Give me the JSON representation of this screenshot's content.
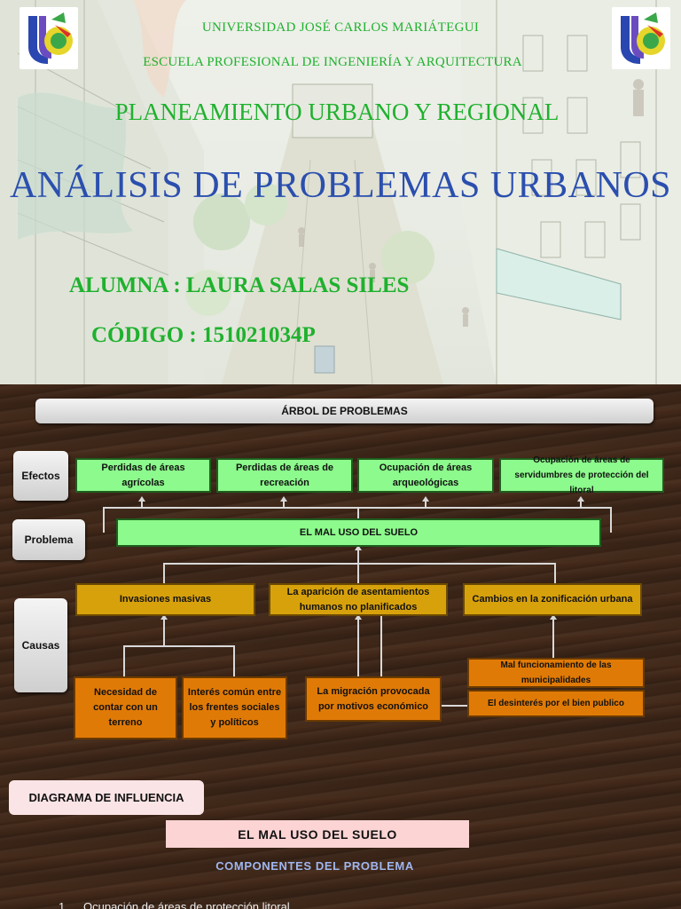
{
  "cover": {
    "university": "UNIVERSIDAD JOSÉ CARLOS MARIÁTEGUI",
    "school": "ESCUELA PROFESIONAL DE INGENIERÍA Y ARQUITECTURA",
    "course": "PLANEAMIENTO URBANO Y REGIONAL",
    "title": "ANÁLISIS DE PROBLEMAS URBANOS",
    "student": "ALUMNA : LAURA SALAS SILES",
    "code": "CÓDIGO : 151021034P"
  },
  "tree": {
    "header": "ÁRBOL DE PROBLEMAS",
    "row_labels": {
      "effects": "Efectos",
      "problem": "Problema",
      "causes": "Causas"
    },
    "effects": [
      "Perdidas de áreas agrícolas",
      "Perdidas de áreas de recreación",
      "Ocupación de áreas arqueológicas",
      "Ocupación de áreas de servidumbres de protección del litoral"
    ],
    "problem": "EL MAL USO DEL SUELO",
    "causes": [
      "Invasiones masivas",
      "La aparición de asentamientos humanos no planificados",
      "Cambios en la zonificación urbana"
    ],
    "sub_causes": [
      "Necesidad de contar con un terreno",
      "Interés común entre los frentes sociales y políticos",
      "La migración provocada por motivos económico",
      "Mal funcionamiento de las municipalidades",
      "El desinterés por el bien publico"
    ]
  },
  "influence": {
    "label": "DIAGRAMA DE INFLUENCIA",
    "problem": "EL MAL USO DEL SUELO",
    "components_title": "COMPONENTES DEL PROBLEMA",
    "components": [
      {
        "number": "1.",
        "text": "Ocupación de áreas de protección litoral"
      }
    ]
  },
  "colors": {
    "green_text": "#1fb12e",
    "blue_title": "#2b4fae",
    "effect_fill": "#8cfa8c",
    "cause_fill": "#d7a10c",
    "subcause_fill": "#e07a06",
    "wood_background": "#3d2719"
  },
  "icons": {
    "university_logo": "ujcm-logo"
  }
}
